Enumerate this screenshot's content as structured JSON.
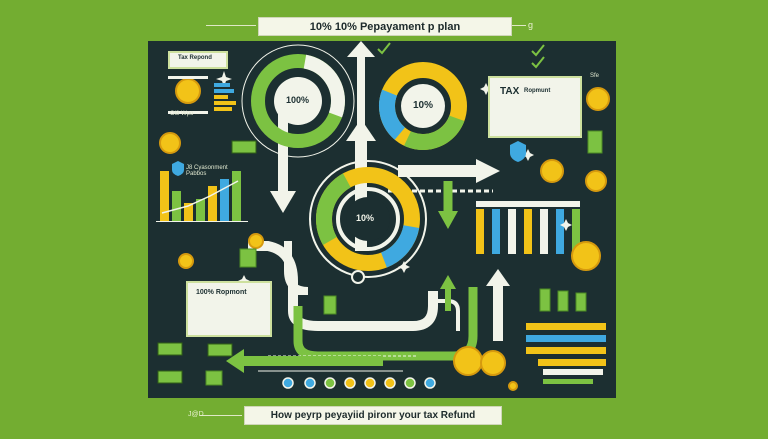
{
  "header": {
    "title": "10% 10% Pepayament p plan",
    "corner_mark": "g"
  },
  "footer": {
    "title": "How peyrp peyayiid pironr your tax Refund",
    "side_mark": "J@D"
  },
  "cards": {
    "tax_top_left": "Tax Repond",
    "tax_top_right_title": "TAX",
    "tax_top_right_sub": "Ropmunt",
    "repayment_left": "100% Ropmont"
  },
  "rings": {
    "left_label": "100%",
    "top_label": "10%",
    "center_label": "10%"
  },
  "side_labels": {
    "left_note_1": "J8 Cyasonment",
    "left_note_2": "Pabbos",
    "left_small": "Ol8 Wpo",
    "right_small": "Sfe"
  },
  "colors": {
    "background": "#73ad31",
    "board": "#1c2f31",
    "green": "#7cc242",
    "yellow": "#f2c318",
    "blue": "#3fa9e0",
    "cream": "#f2f4ea"
  },
  "icons": [
    "coin-icon",
    "cash-note-icon",
    "coin-stack-icon",
    "arrow-icon",
    "sparkle-icon",
    "shield-icon",
    "document-icon"
  ]
}
